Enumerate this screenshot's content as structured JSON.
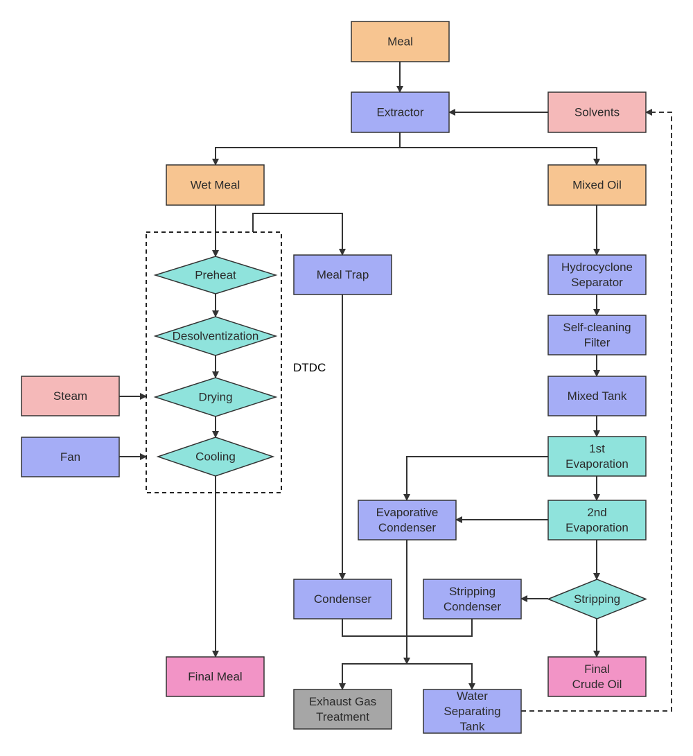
{
  "diagram": {
    "group_label": "DTDC",
    "nodes": [
      {
        "id": "meal",
        "lines": [
          "Meal"
        ],
        "shape": "rect",
        "color": "#f7c591"
      },
      {
        "id": "extractor",
        "lines": [
          "Extractor"
        ],
        "shape": "rect",
        "color": "#a5adf6"
      },
      {
        "id": "solvents",
        "lines": [
          "Solvents"
        ],
        "shape": "rect",
        "color": "#f5b9b9"
      },
      {
        "id": "wet-meal",
        "lines": [
          "Wet Meal"
        ],
        "shape": "rect",
        "color": "#f7c591"
      },
      {
        "id": "mixed-oil",
        "lines": [
          "Mixed Oil"
        ],
        "shape": "rect",
        "color": "#f7c591"
      },
      {
        "id": "preheat",
        "lines": [
          "Preheat"
        ],
        "shape": "diamond",
        "color": "#8fe3dc"
      },
      {
        "id": "desolventization",
        "lines": [
          "Desolventization"
        ],
        "shape": "diamond",
        "color": "#8fe3dc"
      },
      {
        "id": "drying",
        "lines": [
          "Drying"
        ],
        "shape": "diamond",
        "color": "#8fe3dc"
      },
      {
        "id": "cooling",
        "lines": [
          "Cooling"
        ],
        "shape": "diamond",
        "color": "#8fe3dc"
      },
      {
        "id": "meal-trap",
        "lines": [
          "Meal Trap"
        ],
        "shape": "rect",
        "color": "#a5adf6"
      },
      {
        "id": "hydrocyclone",
        "lines": [
          "Hydrocyclone",
          "Separator"
        ],
        "shape": "rect",
        "color": "#a5adf6"
      },
      {
        "id": "self-cleaning-filter",
        "lines": [
          "Self-cleaning",
          "Filter"
        ],
        "shape": "rect",
        "color": "#a5adf6"
      },
      {
        "id": "mixed-tank",
        "lines": [
          "Mixed Tank"
        ],
        "shape": "rect",
        "color": "#a5adf6"
      },
      {
        "id": "steam",
        "lines": [
          "Steam"
        ],
        "shape": "rect",
        "color": "#f5b9b9"
      },
      {
        "id": "fan",
        "lines": [
          "Fan"
        ],
        "shape": "rect",
        "color": "#a5adf6"
      },
      {
        "id": "evap1",
        "lines": [
          "1st",
          "Evaporation"
        ],
        "shape": "rect",
        "color": "#8fe3dc"
      },
      {
        "id": "evap-condenser",
        "lines": [
          "Evaporative",
          "Condenser"
        ],
        "shape": "rect",
        "color": "#a5adf6"
      },
      {
        "id": "evap2",
        "lines": [
          "2nd",
          "Evaporation"
        ],
        "shape": "rect",
        "color": "#8fe3dc"
      },
      {
        "id": "condenser",
        "lines": [
          "Condenser"
        ],
        "shape": "rect",
        "color": "#a5adf6"
      },
      {
        "id": "stripping-condenser",
        "lines": [
          "Stripping",
          "Condenser"
        ],
        "shape": "rect",
        "color": "#a5adf6"
      },
      {
        "id": "stripping",
        "lines": [
          "Stripping"
        ],
        "shape": "diamond",
        "color": "#8fe3dc"
      },
      {
        "id": "final-meal",
        "lines": [
          "Final Meal"
        ],
        "shape": "rect",
        "color": "#f294c6"
      },
      {
        "id": "final-crude-oil",
        "lines": [
          "Final",
          "Crude Oil"
        ],
        "shape": "rect",
        "color": "#f294c6"
      },
      {
        "id": "exhaust-gas",
        "lines": [
          "Exhaust Gas",
          "Treatment"
        ],
        "shape": "rect",
        "color": "#a6a6a6"
      },
      {
        "id": "water-tank",
        "lines": [
          "Water",
          "Separating",
          "Tank"
        ],
        "shape": "rect",
        "color": "#a5adf6"
      }
    ]
  }
}
